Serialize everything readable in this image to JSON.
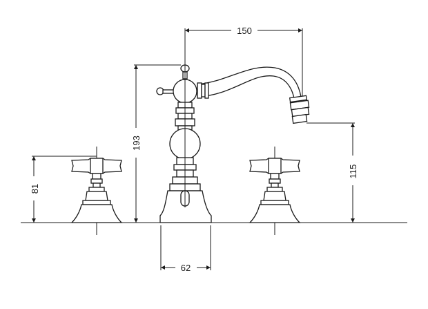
{
  "dimensions": {
    "spout_reach": "150",
    "spout_height": "193",
    "handle_height": "81",
    "outlet_height": "115",
    "base_width": "62"
  },
  "colors": {
    "line": "#1a1a1a",
    "background": "#ffffff"
  }
}
